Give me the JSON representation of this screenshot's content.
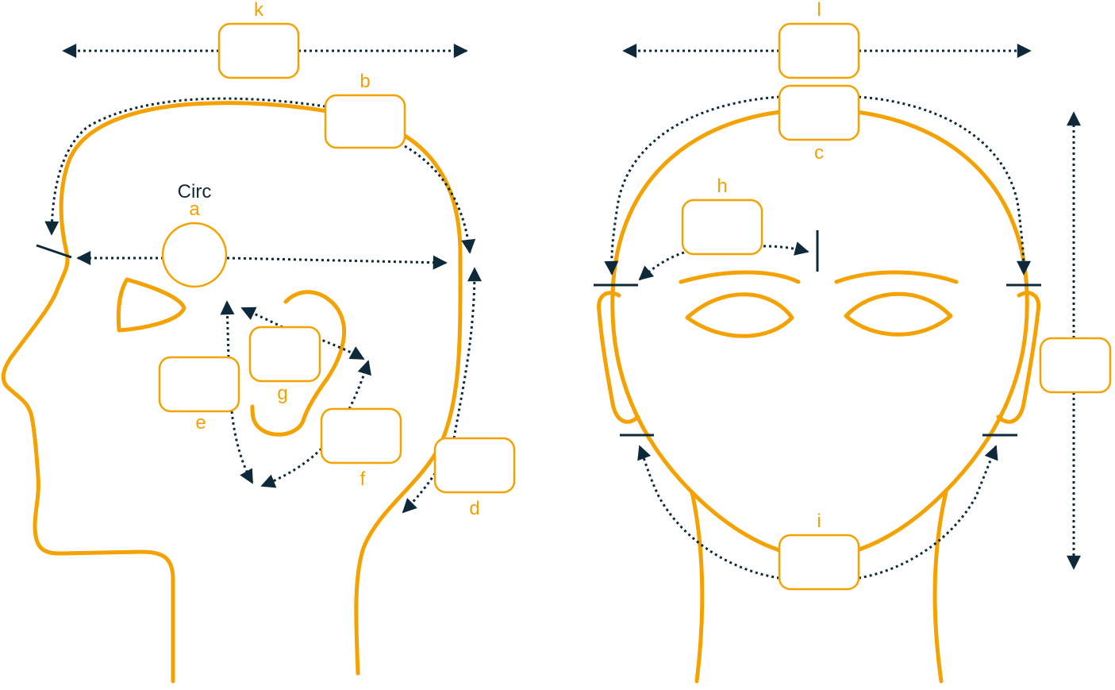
{
  "colors": {
    "outline": "#F5A100",
    "measure": "#0E2A3A",
    "label": "#F5A100"
  },
  "side_view": {
    "circ_label": "Circ",
    "labels": {
      "a": "a",
      "b": "b",
      "d": "d",
      "e": "e",
      "f": "f",
      "g": "g",
      "k": "k"
    }
  },
  "front_view": {
    "labels": {
      "c": "c",
      "h": "h",
      "i": "i",
      "l": "l"
    }
  }
}
